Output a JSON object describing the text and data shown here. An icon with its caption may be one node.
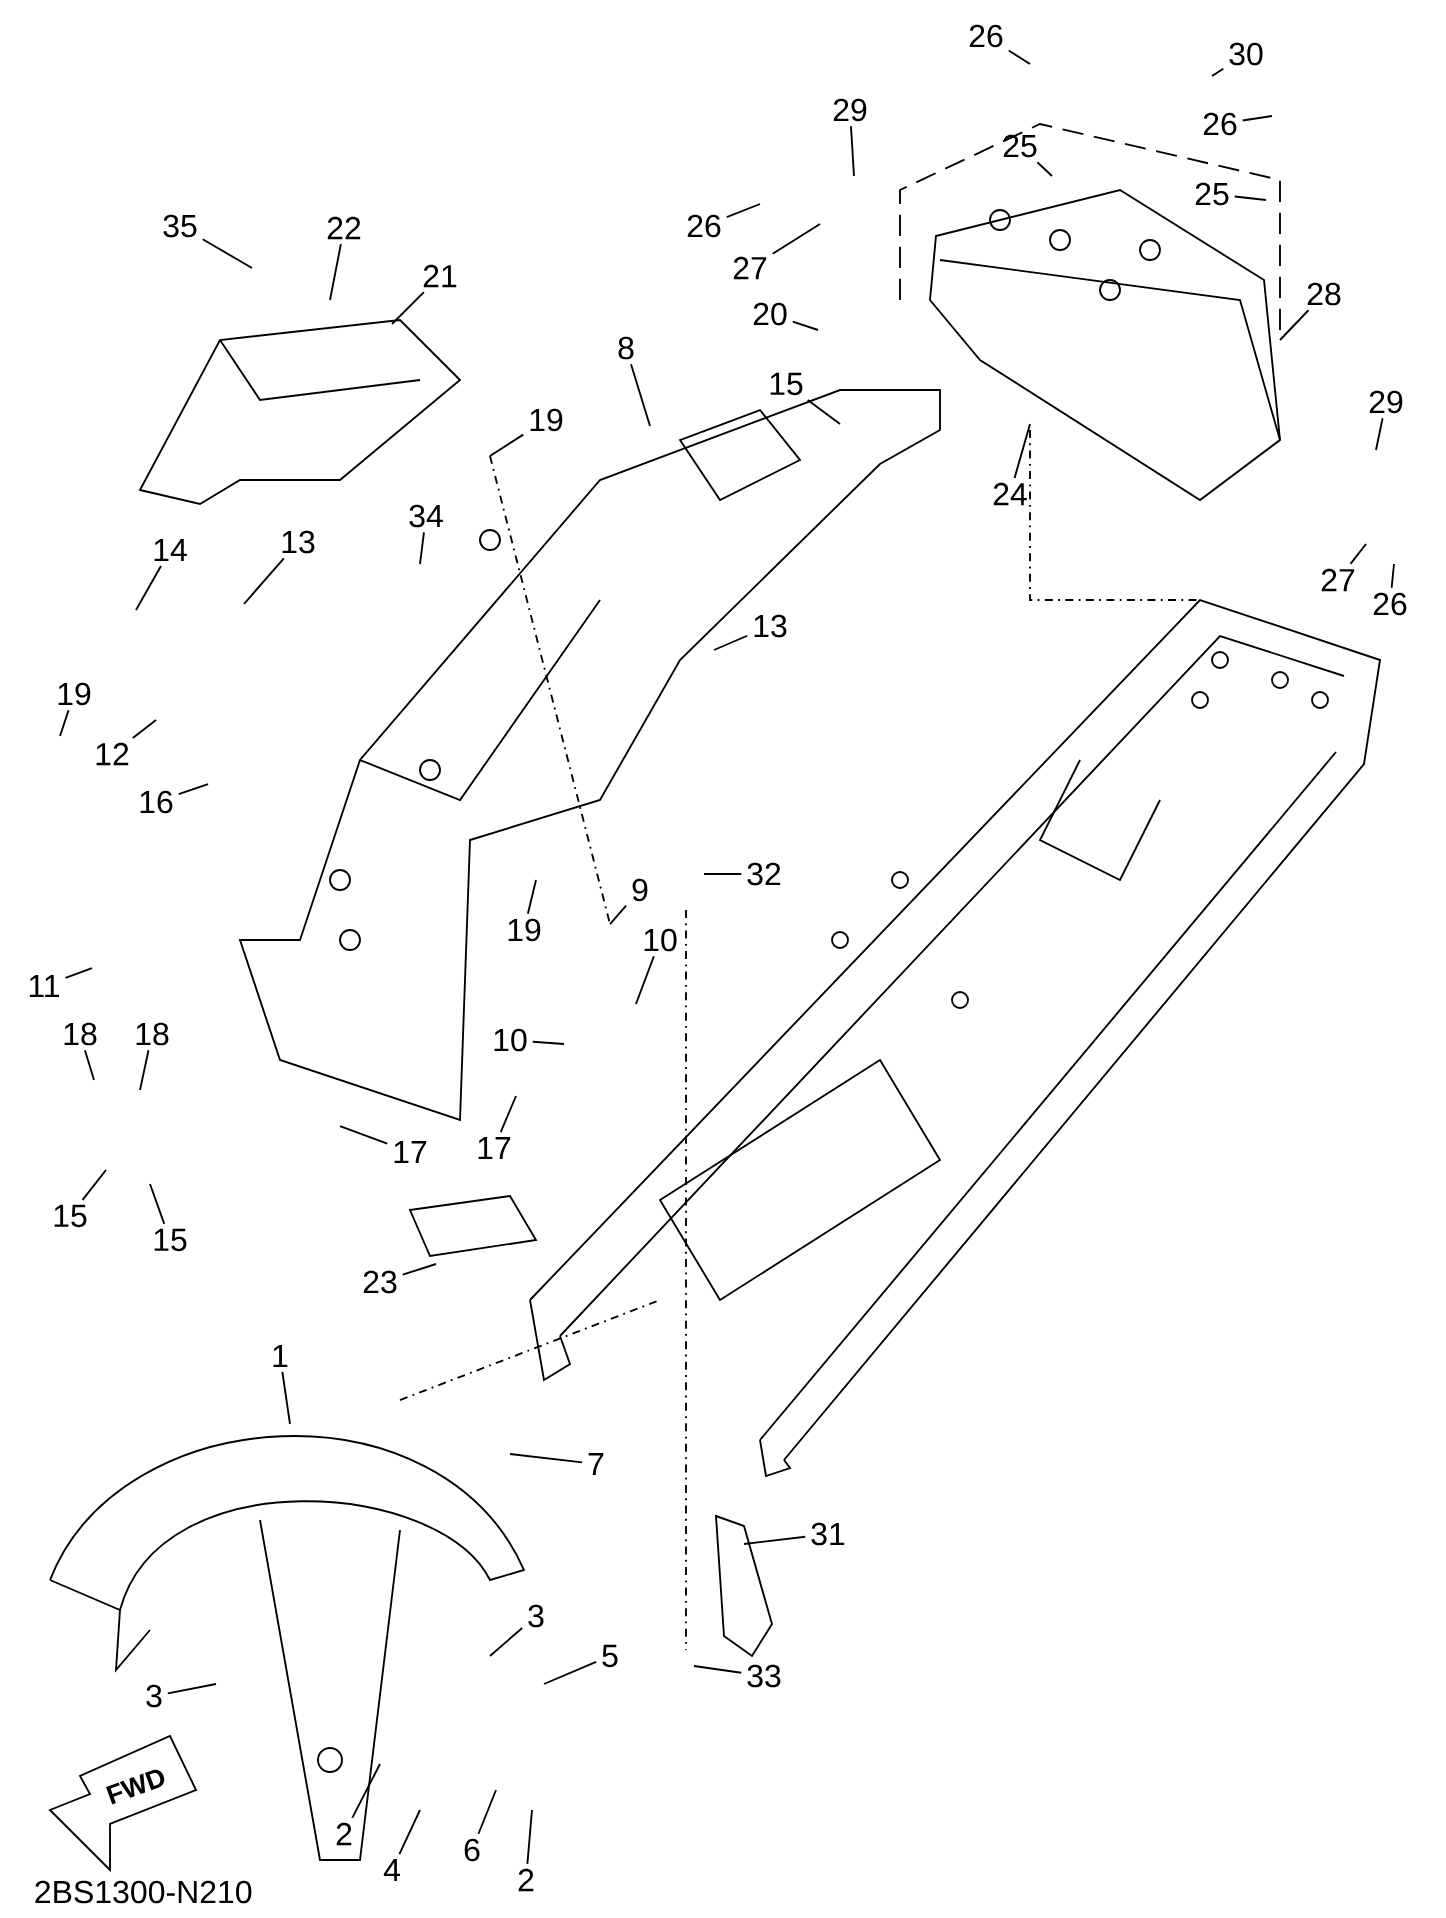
{
  "diagram": {
    "nodes": [
      {
        "text": [
          "26"
        ]
      },
      {
        "text": [
          "30"
        ]
      },
      {
        "text": [
          "26"
        ]
      },
      {
        "text": [
          "29"
        ]
      },
      {
        "text": [
          "25"
        ]
      },
      {
        "text": [
          "25"
        ]
      },
      {
        "text": [
          "35"
        ]
      },
      {
        "text": [
          "22"
        ]
      },
      {
        "text": [
          "26"
        ]
      },
      {
        "text": [
          "27"
        ]
      },
      {
        "text": [
          "21"
        ]
      },
      {
        "text": [
          "28"
        ]
      },
      {
        "text": [
          "20"
        ]
      },
      {
        "text": [
          "8"
        ]
      },
      {
        "text": [
          "15"
        ]
      },
      {
        "text": [
          "29"
        ]
      },
      {
        "text": [
          "19"
        ]
      },
      {
        "text": [
          "24"
        ]
      },
      {
        "text": [
          "34"
        ]
      },
      {
        "text": [
          "13"
        ]
      },
      {
        "text": [
          "14"
        ]
      },
      {
        "text": [
          "27"
        ]
      },
      {
        "text": [
          "26"
        ]
      },
      {
        "text": [
          "13"
        ]
      },
      {
        "text": [
          "19"
        ]
      },
      {
        "text": [
          "12"
        ]
      },
      {
        "text": [
          "16"
        ]
      },
      {
        "text": [
          "32"
        ]
      },
      {
        "text": [
          "9"
        ]
      },
      {
        "text": [
          "19"
        ]
      },
      {
        "text": [
          "10"
        ]
      },
      {
        "text": [
          "10"
        ]
      },
      {
        "text": [
          "18"
        ]
      },
      {
        "text": [
          "18"
        ]
      },
      {
        "text": [
          "11"
        ]
      },
      {
        "text": [
          "17"
        ]
      },
      {
        "text": [
          "17"
        ]
      },
      {
        "text": [
          "15"
        ]
      },
      {
        "text": [
          "15"
        ]
      },
      {
        "text": [
          "23"
        ]
      },
      {
        "text": [
          "1"
        ]
      },
      {
        "text": [
          "7"
        ]
      },
      {
        "text": [
          "31"
        ]
      },
      {
        "text": [
          "3"
        ]
      },
      {
        "text": [
          "5"
        ]
      },
      {
        "text": [
          "3"
        ]
      },
      {
        "text": [
          "33"
        ]
      },
      {
        "text": [
          "2"
        ]
      },
      {
        "text": [
          "6"
        ]
      },
      {
        "text": [
          "2"
        ]
      },
      {
        "text": [
          "4"
        ]
      }
    ],
    "edges": [
      {
        "from": 0,
        "to": null,
        "arrow": "none"
      },
      {
        "from": 1,
        "to": null,
        "arrow": "none"
      },
      {
        "from": 2,
        "to": null,
        "arrow": "none"
      },
      {
        "from": 3,
        "to": null,
        "arrow": "none"
      },
      {
        "from": 4,
        "to": null,
        "arrow": "none"
      },
      {
        "from": 5,
        "to": null,
        "arrow": "none"
      },
      {
        "from": 6,
        "to": null,
        "arrow": "none"
      },
      {
        "from": 7,
        "to": null,
        "arrow": "none"
      },
      {
        "from": 8,
        "to": null,
        "arrow": "none"
      },
      {
        "from": 9,
        "to": null,
        "arrow": "none"
      },
      {
        "from": 10,
        "to": null,
        "arrow": "none"
      },
      {
        "from": 11,
        "to": null,
        "arrow": "none"
      },
      {
        "from": 12,
        "to": null,
        "arrow": "none"
      },
      {
        "from": 13,
        "to": null,
        "arrow": "none"
      },
      {
        "from": 14,
        "to": null,
        "arrow": "none"
      },
      {
        "from": 15,
        "to": null,
        "arrow": "none"
      },
      {
        "from": 16,
        "to": null,
        "arrow": "none"
      },
      {
        "from": 17,
        "to": null,
        "arrow": "none"
      },
      {
        "from": 18,
        "to": null,
        "arrow": "none"
      },
      {
        "from": 19,
        "to": null,
        "arrow": "none"
      },
      {
        "from": 20,
        "to": null,
        "arrow": "none"
      },
      {
        "from": 21,
        "to": null,
        "arrow": "none"
      },
      {
        "from": 22,
        "to": null,
        "arrow": "none"
      },
      {
        "from": 23,
        "to": null,
        "arrow": "none"
      },
      {
        "from": 24,
        "to": null,
        "arrow": "none"
      },
      {
        "from": 25,
        "to": null,
        "arrow": "none"
      },
      {
        "from": 26,
        "to": null,
        "arrow": "none"
      },
      {
        "from": 27,
        "to": null,
        "arrow": "none"
      },
      {
        "from": 28,
        "to": null,
        "arrow": "none"
      },
      {
        "from": 29,
        "to": null,
        "arrow": "none"
      },
      {
        "from": 30,
        "to": null,
        "arrow": "none"
      },
      {
        "from": 31,
        "to": null,
        "arrow": "none"
      },
      {
        "from": 32,
        "to": null,
        "arrow": "none"
      },
      {
        "from": 33,
        "to": null,
        "arrow": "none"
      },
      {
        "from": 34,
        "to": null,
        "arrow": "none"
      },
      {
        "from": 35,
        "to": null,
        "arrow": "none"
      },
      {
        "from": 36,
        "to": null,
        "arrow": "none"
      },
      {
        "from": 37,
        "to": null,
        "arrow": "none"
      },
      {
        "from": 38,
        "to": null,
        "arrow": "none"
      },
      {
        "from": 39,
        "to": null,
        "arrow": "none"
      },
      {
        "from": 40,
        "to": null,
        "arrow": "none"
      },
      {
        "from": 41,
        "to": null,
        "arrow": "none"
      },
      {
        "from": 42,
        "to": null,
        "arrow": "none"
      },
      {
        "from": 43,
        "to": null,
        "arrow": "none"
      },
      {
        "from": 44,
        "to": null,
        "arrow": "none"
      },
      {
        "from": 45,
        "to": null,
        "arrow": "none"
      },
      {
        "from": 46,
        "to": null,
        "arrow": "none"
      },
      {
        "from": 47,
        "to": null,
        "arrow": "none"
      },
      {
        "from": 48,
        "to": null,
        "arrow": "none"
      },
      {
        "from": 49,
        "to": null,
        "arrow": "none"
      },
      {
        "from": 50,
        "to": null,
        "arrow": "none"
      }
    ],
    "labels": [
      "FWD",
      "2BS1300-N210"
    ]
  }
}
